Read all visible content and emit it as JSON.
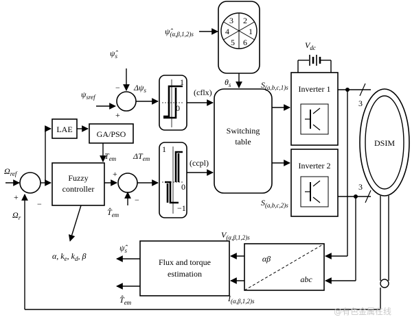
{
  "blocks": {
    "sector_wheel": [
      "3",
      "2",
      "1",
      "6",
      "5",
      "4"
    ],
    "lae": "LAE",
    "ga_pso": "GA/PSO",
    "fuzzy": [
      "Fuzzy",
      "controller"
    ],
    "switching": [
      "Switching",
      "table"
    ],
    "inverter1": "Inverter 1",
    "inverter2": "Inverter 2",
    "dsim": "DSIM",
    "flux_est": [
      "Flux and torque",
      "estimation"
    ],
    "transform_top": "αβ",
    "transform_bottom": "abc"
  },
  "signals": {
    "psi_alpha_beta": "ψ̂",
    "psi_alpha_beta_sub": "(α,β,1,2)s",
    "psi_s_hat": "ψ̂",
    "psi_s_hat_sub": "s",
    "psi_sref": "ψ",
    "psi_sref_sub": "sref",
    "delta_psi": "Δψ",
    "delta_psi_sub": "s",
    "cflx": "(cflx)",
    "ccpl": "(ccpl)",
    "theta": "θ",
    "theta_sub": "s",
    "s1": "S",
    "s1_sub": "(a,b,c,1)s",
    "s2": "S",
    "s2_sub": "(a,b,c,2)s",
    "vdc": "V",
    "vdc_sub": "dc",
    "omega_ref": "Ω",
    "omega_ref_sub": "ref",
    "omega_r": "Ω",
    "omega_r_sub": "r",
    "tem": "T",
    "tem_sub": "em",
    "delta_tem": "ΔT",
    "delta_tem_sub": "em",
    "tem_hat": "T̂",
    "tem_hat_sub": "em",
    "params": "α, k",
    "params_ke_sub": "e",
    "params_kd": ", k",
    "params_kd_sub": "d",
    "params_beta": ", β",
    "v_est": "V",
    "v_est_sub": "(α,β,1,2)s",
    "i_est": "I",
    "i_est_sub": "(α,β,1,2)s",
    "psi_out": "ψ̂",
    "psi_out_sub": "s",
    "tem_out": "T̂",
    "tem_out_sub": "em",
    "bus_count_top": "3",
    "bus_count_bottom": "3"
  },
  "comparators": {
    "flux_levels": [
      "1",
      "0"
    ],
    "torque_levels": [
      "1",
      "0",
      "−1"
    ]
  },
  "signs": {
    "flux_minus": "−",
    "flux_plus": "+",
    "torque_plus": "+",
    "torque_minus": "−",
    "speed_plus": "+",
    "speed_minus": "−"
  },
  "watermark": "@有色金属在线"
}
